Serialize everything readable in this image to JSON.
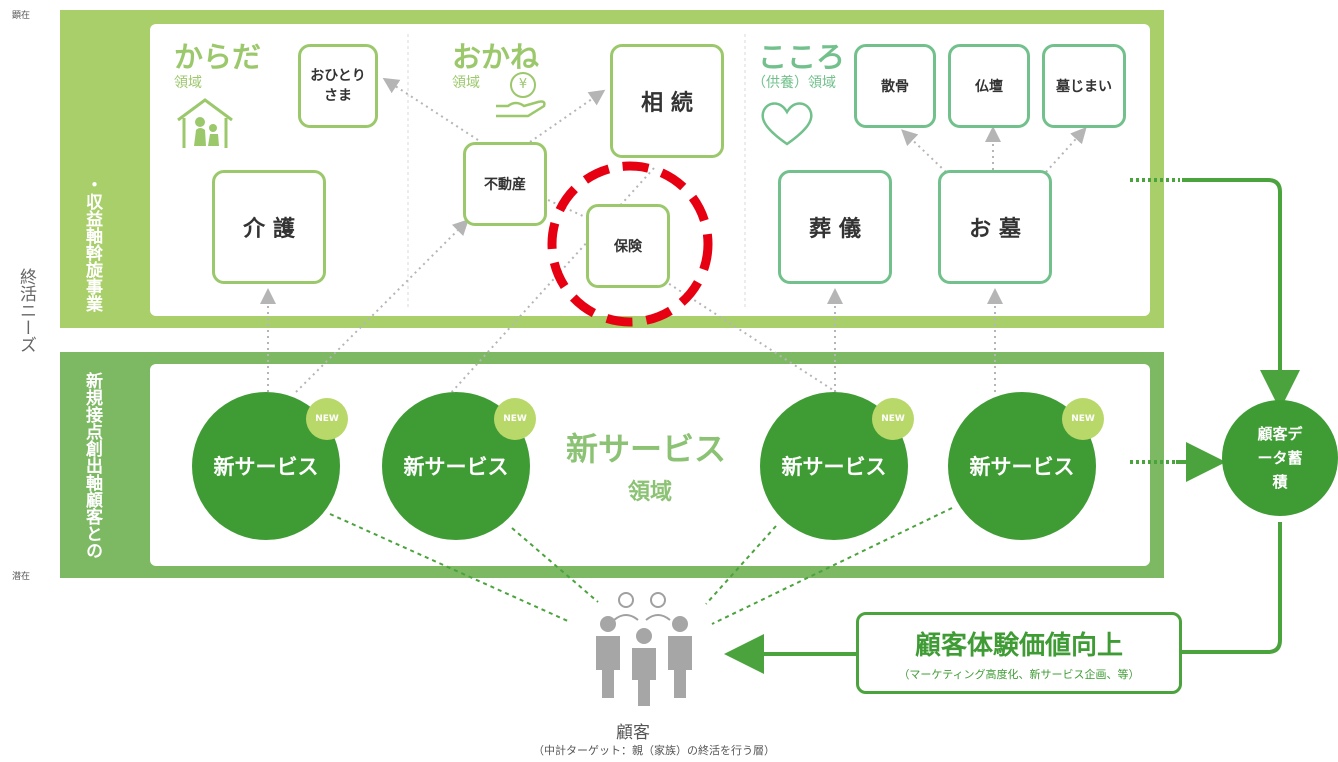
{
  "axis": {
    "top": "顕在",
    "middle": "終活ニーズ",
    "bottom": "潜在"
  },
  "upper": {
    "label_cols": [
      "斡旋事業",
      "・収益軸"
    ],
    "areas": {
      "karada": {
        "title": "からだ",
        "sub": "領域"
      },
      "okane": {
        "title": "おかね",
        "sub": "領域",
        "yen": "¥"
      },
      "kokoro": {
        "title": "こころ",
        "sub": "（供養）領域"
      }
    },
    "boxes": {
      "ohitori": "おひとりさま",
      "kaigo": "介 護",
      "fudosan": "不動産",
      "sozoku": "相 続",
      "hoken": "保険",
      "sankotsu": "散骨",
      "butsudan": "仏壇",
      "hakajimai": "墓じまい",
      "sogi": "葬 儀",
      "ohaka": "お 墓"
    }
  },
  "lower": {
    "label_cols": [
      "顧客との",
      "新規接点創出軸"
    ],
    "center_title": "新サービス",
    "center_sub": "領域",
    "circles": [
      "新サービス",
      "新サービス",
      "新サービス",
      "新サービス"
    ],
    "badge": "NEW"
  },
  "data_circle": "顧客データ蓄積",
  "cx": {
    "title": "顧客体験価値向上",
    "sub": "（マーケティング高度化、新サービス企画、等）"
  },
  "customer": {
    "label": "顧客",
    "sub": "（中計ターゲット：親（家族）の終活を行う層）"
  },
  "colors": {
    "upper_band": "#a9cf6a",
    "lower_band": "#7db863",
    "circle": "#3f9c35",
    "highlight": "#e60012"
  }
}
